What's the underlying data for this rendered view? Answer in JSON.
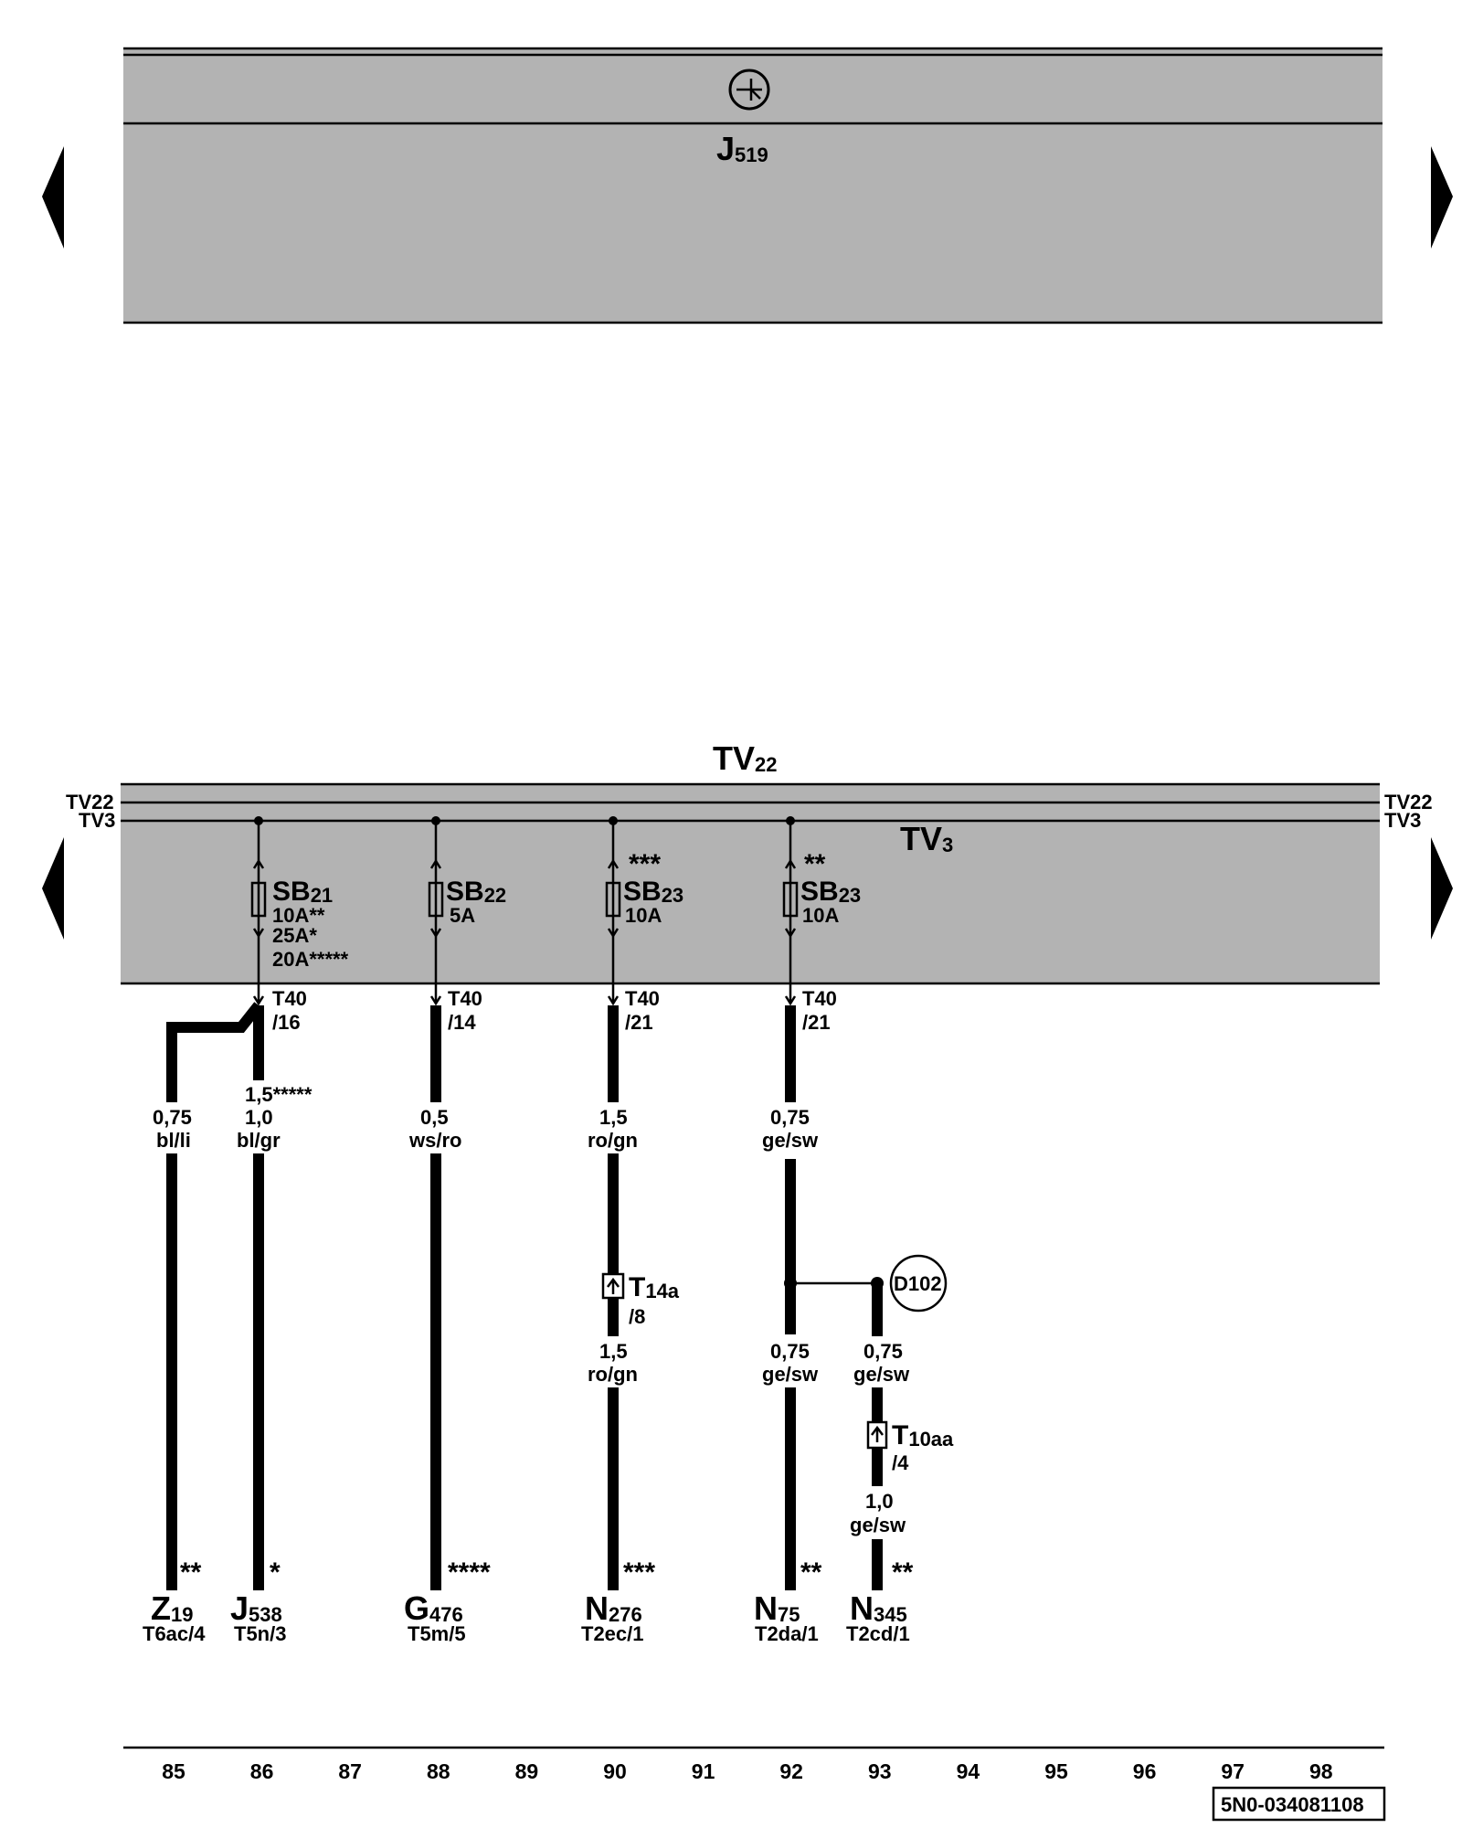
{
  "colors": {
    "panel_gray": "#b3b3b3",
    "line": "#000000",
    "background": "#ffffff"
  },
  "nav": {
    "prev_icon": "triangle-left",
    "next_icon": "triangle-right"
  },
  "top_unit": {
    "symbol_icon": "relay-circle-icon",
    "base": "J",
    "sub": "519"
  },
  "bus": {
    "title_base": "TV",
    "title_sub": "22",
    "tv3_base": "TV",
    "tv3_sub": "3",
    "rail1_left": "TV22",
    "rail1_right": "TV22",
    "rail2_left": "TV3",
    "rail2_right": "TV3"
  },
  "fuses": [
    {
      "base": "SB",
      "sub": "21",
      "ratings": [
        "10A**",
        "25A*",
        "20A*****"
      ],
      "stars": "",
      "conn_a": "T40",
      "conn_b": "/16"
    },
    {
      "base": "SB",
      "sub": "22",
      "ratings": [
        "5A"
      ],
      "stars": "",
      "conn_a": "T40",
      "conn_b": "/14"
    },
    {
      "base": "SB",
      "sub": "23",
      "ratings": [
        "10A"
      ],
      "stars": "***",
      "conn_a": "T40",
      "conn_b": "/21"
    },
    {
      "base": "SB",
      "sub": "23",
      "ratings": [
        "10A"
      ],
      "stars": "**",
      "conn_a": "T40",
      "conn_b": "/21"
    }
  ],
  "wire_labels": {
    "w85": {
      "size": "0,75",
      "color": "bl/li"
    },
    "w86": {
      "size_alt": "1,5*****",
      "size": "1,0",
      "color": "bl/gr"
    },
    "w88": {
      "size": "0,5",
      "color": "ws/ro"
    },
    "w90a": {
      "size": "1,5",
      "color": "ro/gn"
    },
    "w90b": {
      "size": "1,5",
      "color": "ro/gn"
    },
    "w92a": {
      "size": "0,75",
      "color": "ge/sw"
    },
    "w92b": {
      "size": "0,75",
      "color": "ge/sw"
    },
    "w93a": {
      "size": "0,75",
      "color": "ge/sw"
    },
    "w93b": {
      "size": "1,0",
      "color": "ge/sw"
    }
  },
  "connectors": [
    {
      "base": "T",
      "sub": "14a",
      "pin": "/8"
    },
    {
      "base": "T",
      "sub": "10aa",
      "pin": "/4"
    }
  ],
  "splice": {
    "label": "D102"
  },
  "components": [
    {
      "base": "Z",
      "sub": "19",
      "conn": "T6ac/4",
      "stars": "**"
    },
    {
      "base": "J",
      "sub": "538",
      "conn": "T5n/3",
      "stars": "*"
    },
    {
      "base": "G",
      "sub": "476",
      "conn": "T5m/5",
      "stars": "****"
    },
    {
      "base": "N",
      "sub": "276",
      "conn": "T2ec/1",
      "stars": "***"
    },
    {
      "base": "N",
      "sub": "75",
      "conn": "T2da/1",
      "stars": "**"
    },
    {
      "base": "N",
      "sub": "345",
      "conn": "T2cd/1",
      "stars": "**"
    }
  ],
  "axis": [
    "85",
    "86",
    "87",
    "88",
    "89",
    "90",
    "91",
    "92",
    "93",
    "94",
    "95",
    "96",
    "97",
    "98"
  ],
  "doc_id": "5N0-034081108"
}
